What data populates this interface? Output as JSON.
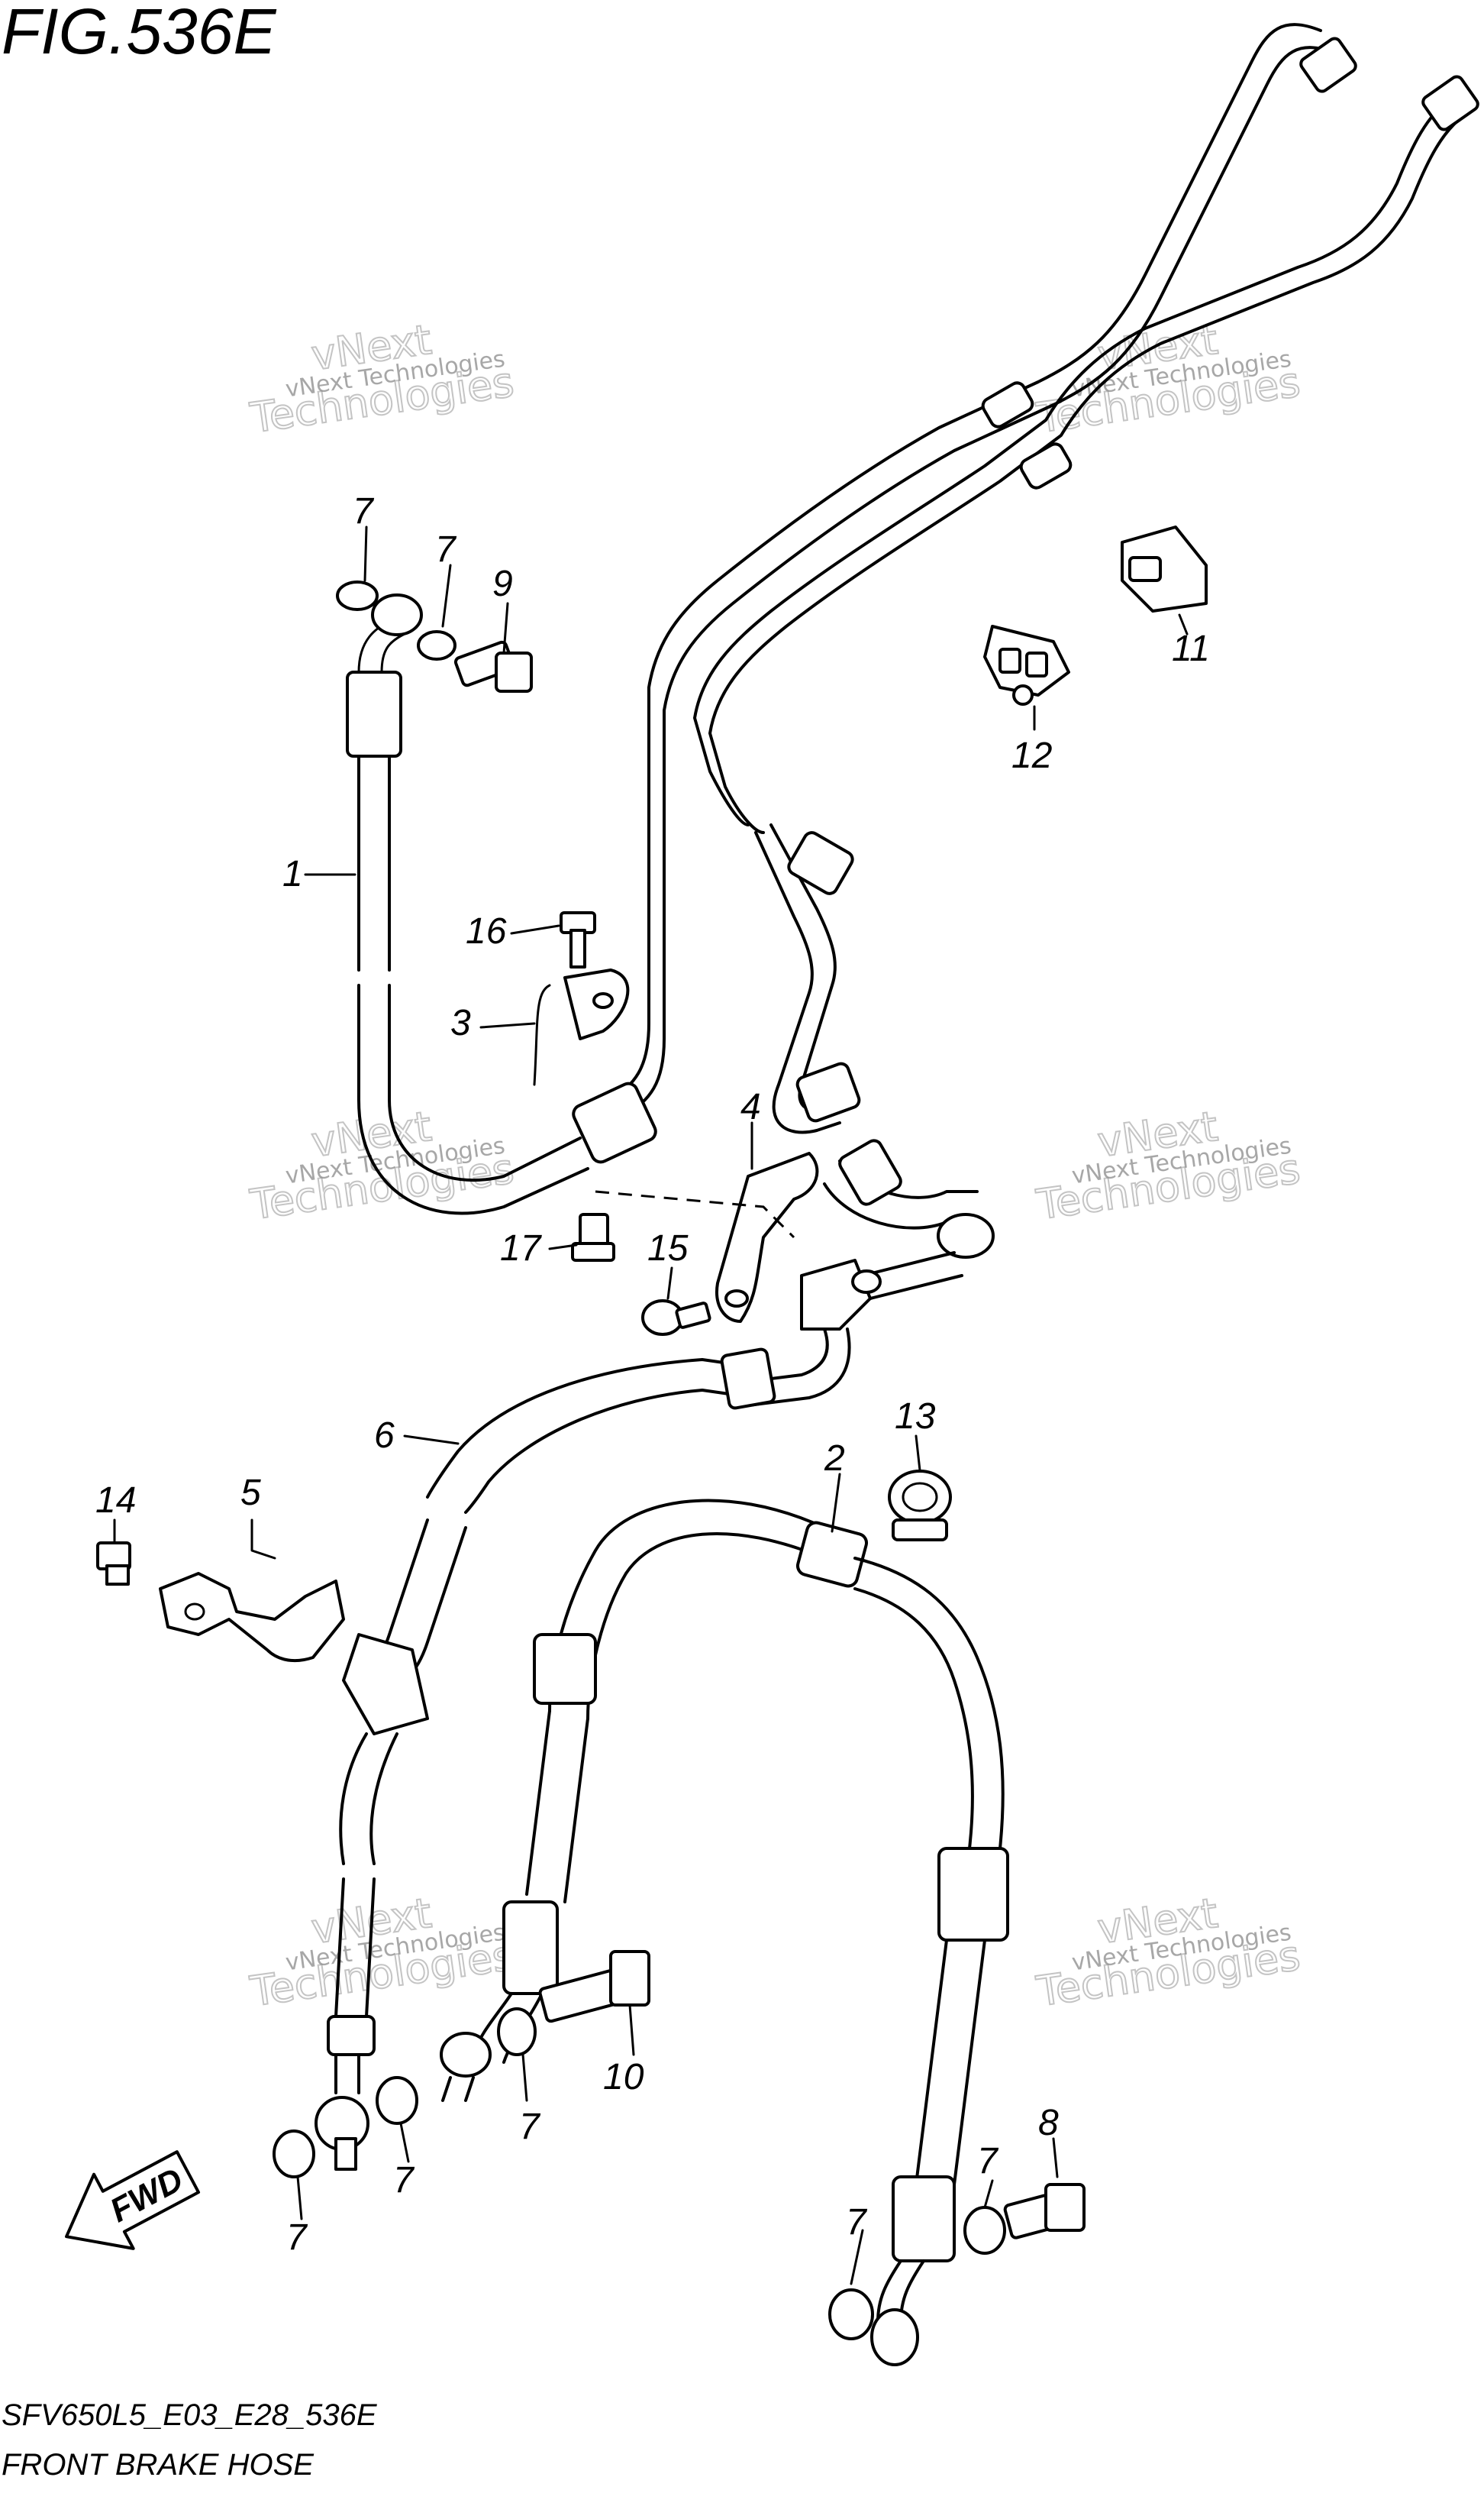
{
  "figure": {
    "title": "FIG.536E",
    "code": "SFV650L5_E03_E28_536E",
    "name": "FRONT BRAKE HOSE"
  },
  "watermarks": [
    {
      "small": "vNext Technologies",
      "large": "Technologies",
      "mid": "vNext"
    },
    {
      "small": "vNext Technologies",
      "large": "Technologies",
      "mid": "vNext"
    },
    {
      "small": "vNext Technologies",
      "large": "Technologies",
      "mid": "vNext"
    },
    {
      "small": "vNext Technologies",
      "large": "Technologies",
      "mid": "vNext"
    },
    {
      "small": "vNext Technologies",
      "large": "Technologies",
      "mid": "vNext"
    },
    {
      "small": "vNext Technologies",
      "large": "Technologies",
      "mid": "vNext"
    }
  ],
  "callouts": {
    "c1": "1",
    "c2": "2",
    "c3": "3",
    "c4": "4",
    "c5": "5",
    "c6": "6",
    "c7a": "7",
    "c7b": "7",
    "c7c": "7",
    "c7d": "7",
    "c7e": "7",
    "c7f": "7",
    "c7g": "7",
    "c8": "8",
    "c9": "9",
    "c10": "10",
    "c11": "11",
    "c12": "12",
    "c13": "13",
    "c14": "14",
    "c15": "15",
    "c16": "16",
    "c17": "17"
  },
  "direction_badge": "FWD"
}
